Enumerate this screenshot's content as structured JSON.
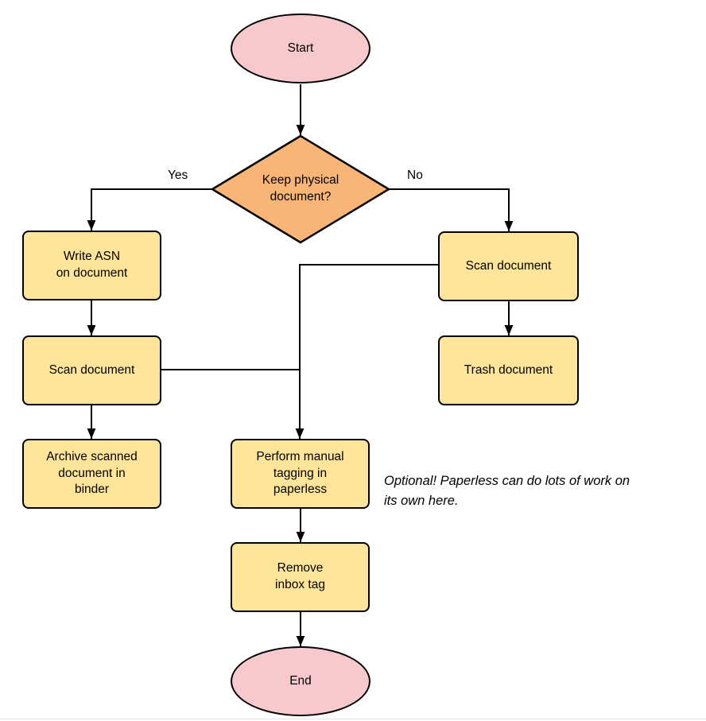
{
  "colors": {
    "terminal_fill": "#f7c9cd",
    "decision_fill": "#f8b576",
    "process_fill": "#ffe59a",
    "border": "#000000"
  },
  "nodes": {
    "start": {
      "label": "Start",
      "type": "terminal"
    },
    "decision": {
      "label": "Keep physical\ndocument?",
      "type": "decision"
    },
    "write_asn": {
      "label": "Write ASN\non document",
      "type": "process"
    },
    "scan_left": {
      "label": "Scan document",
      "type": "process"
    },
    "archive": {
      "label": "Archive scanned\ndocument in\nbinder",
      "type": "process"
    },
    "scan_right": {
      "label": "Scan document",
      "type": "process"
    },
    "trash": {
      "label": "Trash document",
      "type": "process"
    },
    "tagging": {
      "label": "Perform manual\ntagging in\npaperless",
      "type": "process"
    },
    "remove_inbox": {
      "label": "Remove\ninbox tag",
      "type": "process"
    },
    "end": {
      "label": "End",
      "type": "terminal"
    }
  },
  "edges": {
    "yes_label": "Yes",
    "no_label": "No"
  },
  "annotation": {
    "text": "Optional! Paperless can do lots of work on\nits own here."
  }
}
